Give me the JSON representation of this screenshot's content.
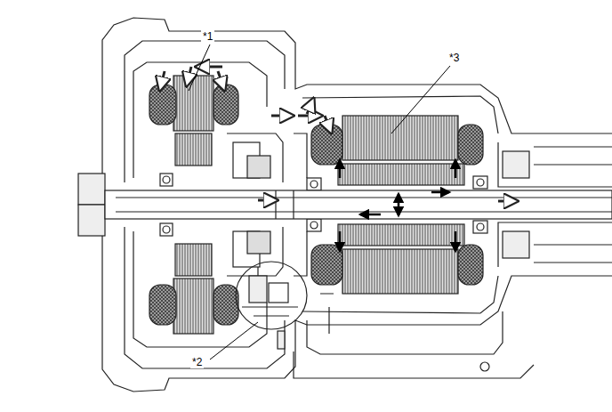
{
  "diagram": {
    "labels": [
      "*1",
      "*2",
      "*3"
    ]
  }
}
